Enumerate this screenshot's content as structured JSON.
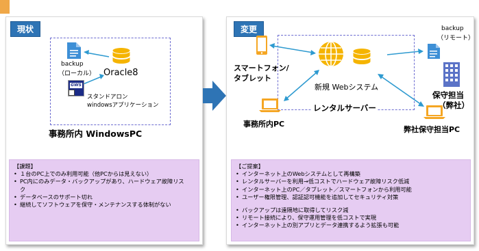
{
  "left_panel": {
    "tag": "現状",
    "backup_label_1": "backup",
    "backup_label_2": "（ローカル）",
    "oracle_label": "Oracle8",
    "app_label_1": "スタンドアロン",
    "app_label_2": "windowsアプリケーション",
    "caption": "事務所内 WindowsPC",
    "issues_title": "【課題】",
    "issues": [
      "１台のPC上でのみ利用可能（他PCからは見えない）",
      "PC内にのみデータ・バックアップがあり、ハードウェア故障リス",
      "ク",
      "データベースのサポート切れ",
      "継続してソフトウェアを保守・メンテナンスする体制がない"
    ]
  },
  "right_panel": {
    "tag": "変更",
    "backup_label_1": "backup",
    "backup_label_2": "（リモート）",
    "smartphone_label_1": "スマートフォン/",
    "smartphone_label_2": "タブレット",
    "system_label": "新規 Webシステム",
    "server_label": "レンタルサーバー",
    "office_pc_label": "事務所内PC",
    "maint_label_1": "保守担当",
    "maint_label_2": "（弊社）",
    "maint_pc_label": "弊社保守担当PC",
    "proposal_title": "【ご提案】",
    "proposals": [
      "インターネット上のWebシステムとして再構築",
      "レンタルサーバーを利用→低コストでハードウェア故障リスク低減",
      "インターネット上のPC／タブレット／スマートフォンから利用可能",
      "ユーザー権限管理、認証認可機能を追加してセキュリティ対策"
    ],
    "proposals_2": [
      "バックアップは遠隔地に取得してリスク減",
      "リモート接続により、保守運用管理を低コストで実現",
      "インターネット上の別アプリとデータ連携するよう拡張も可能"
    ]
  },
  "colors": {
    "tag_blue": "#2e74b5",
    "note_purple": "#e6ccf2",
    "arrow_blue": "#2e74b5",
    "db_gold": "#f5b400",
    "pc_orange": "#f5a623",
    "doc_blue": "#3d8fd6"
  },
  "icons": [
    "document-icon",
    "database-icon",
    "app-icon",
    "smartphone-icon",
    "globe-icon",
    "laptop-icon",
    "building-icon"
  ]
}
